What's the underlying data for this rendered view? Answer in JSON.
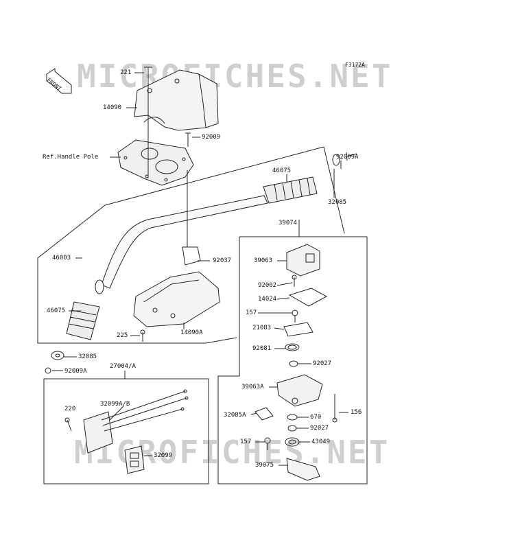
{
  "diagram_code": "F3172A",
  "watermark": "MICROFICHES.NET",
  "front_label": "FRONT",
  "parts": {
    "p221": "221",
    "p14090": "14090",
    "p92009": "92009",
    "ref_handle_pole": "Ref.Handle Pole",
    "p92009A_top": "92009A",
    "p46075_top": "46075",
    "p32085_top": "32085",
    "p39074": "39074",
    "p46003": "46003",
    "p92037": "92037",
    "p39063": "39063",
    "p92002": "92002",
    "p14024": "14024",
    "p157_a": "157",
    "p21083": "21083",
    "p92081": "92081",
    "p92027_a": "92027",
    "p46075_bottom": "46075",
    "p225": "225",
    "p14090A": "14090A",
    "p32085_bottom": "32085",
    "p92009A_bottom": "92009A",
    "p27004": "27004/A",
    "p39063A": "39063A",
    "p156": "156",
    "p32085A": "32085A",
    "p670": "670",
    "p92027_b": "92027",
    "p157_b": "157",
    "p43049": "43049",
    "p39075": "39075",
    "p220": "220",
    "p32099AB": "32099A/B",
    "p32099": "32099"
  }
}
